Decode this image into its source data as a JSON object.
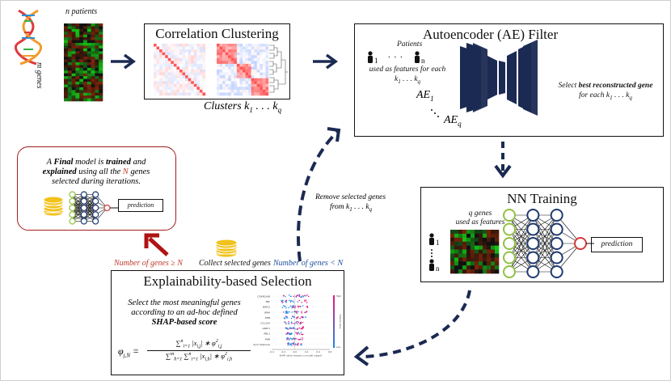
{
  "top_left": {
    "patients_label": "n patients",
    "genes_label": "m genes"
  },
  "correlation": {
    "title": "Correlation Clustering",
    "clusters_label": "Clusters k",
    "clusters_sub1": "1",
    "clusters_dots": " . . . k",
    "clusters_sub2": "q"
  },
  "autoencoder": {
    "title": "Autoencoder (AE) Filter",
    "patients_title": "Patients",
    "patients_features": "used as features for each",
    "patients_range": "k",
    "patients_range_sub1": "1",
    "patients_range_mid": " . . . k",
    "patients_range_sub2": "q",
    "p1": "1",
    "pn": "n",
    "dots": ". . .",
    "ae1": "AE",
    "ae1_sub": "1",
    "aeq": "AE",
    "aeq_sub": "q",
    "select_pre": "Select ",
    "select_bold": "best reconstructed gene",
    "select_post": "for each k",
    "select_sub1": "1",
    "select_mid": " . . . k",
    "select_sub2": "q"
  },
  "nn": {
    "title": "NN Training",
    "genes_line1": "q genes",
    "genes_line2": "used as features",
    "p1": "1",
    "pn": "n",
    "prediction": "prediction"
  },
  "explain": {
    "title": "Explainability-based Selection",
    "line1": "Select the most meaningful genes",
    "line2": "according to an ad-hoc defined",
    "line3": "SHAP-based score",
    "formula_lhs": "φ",
    "formula_lhs_sub": "j,N",
    "shap_xlabel": "SHAP value (impact on model output)",
    "shap_features": [
      "CDKN2A/B",
      "TNF",
      "BIRC5",
      "RRM",
      "PHB",
      "CCL23A",
      "LRRF1",
      "PBL1",
      "PHB",
      "Sum Features"
    ],
    "shap_ticks": [
      "-0.4",
      "-0.2",
      "0.0",
      "0.2",
      "0.4",
      "0.6"
    ],
    "shap_colorbar_high": "High",
    "shap_colorbar_low": "Low",
    "shap_colorbar_label": "Feature value"
  },
  "final": {
    "line1_pre": "A ",
    "line1_b1": "Final",
    "line1_mid": " model is ",
    "line1_b2": "trained",
    "line1_post": " and",
    "line2_b": "explained",
    "line2_mid": " using all the ",
    "line2_n": "N",
    "line2_post": " genes",
    "line3": "selected during iterations.",
    "prediction": "prediction"
  },
  "labels": {
    "remove_line1": "Remove selected genes",
    "remove_line2": "from k",
    "remove_sub1": "1",
    "remove_mid": " . . . k",
    "remove_sub2": "q",
    "collect": "Collect selected genes",
    "num_ge": "Number of genes ≥ N",
    "num_lt": "Number of genes < N"
  },
  "colors": {
    "navy": "#1b2a52",
    "red_arrow": "#b01313",
    "red_border": "#a31d1d",
    "label_red": "#c0392b",
    "label_blue": "#1f4f9e",
    "coin": "#f2c21b",
    "nn_input": "#92c045",
    "nn_hidden": "#1f3a70",
    "nn_output": "#d23b3b"
  }
}
